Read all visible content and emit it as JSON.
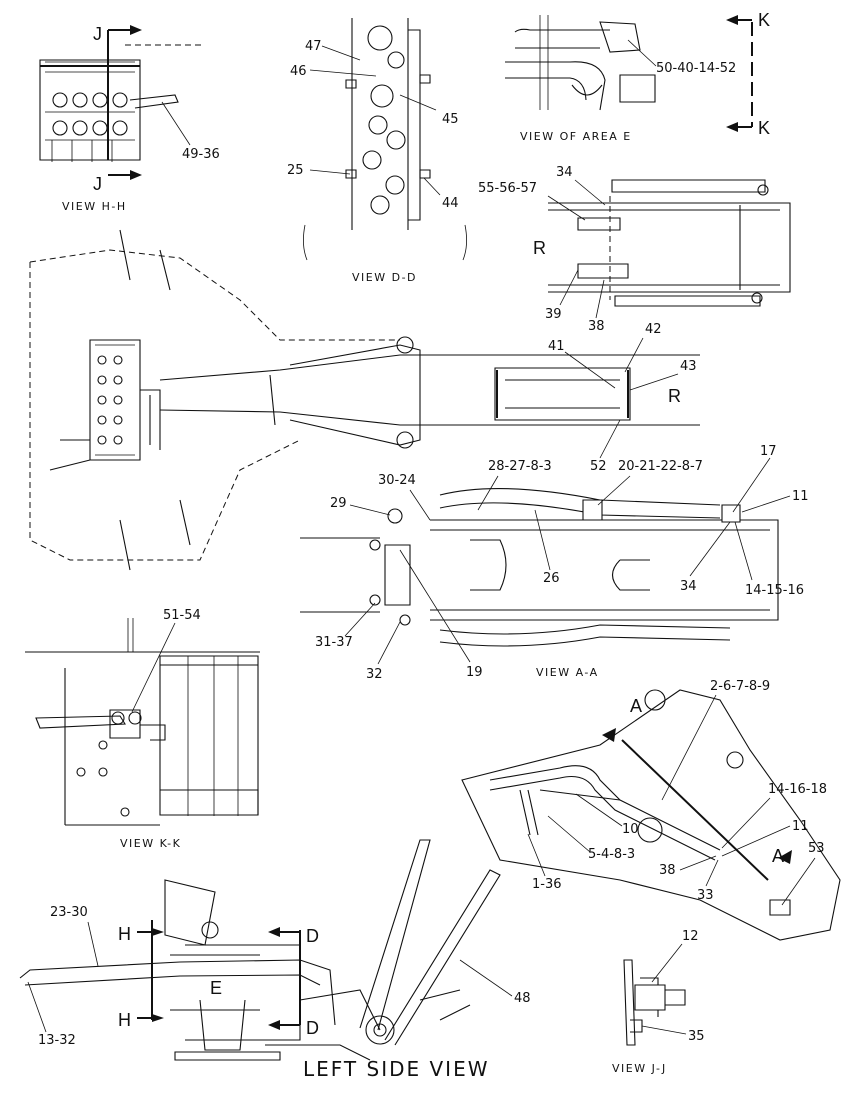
{
  "views": {
    "hh": "VIEW H-H",
    "dd": "VIEW D-D",
    "area_e": "VIEW OF AREA E",
    "aa": "VIEW A-A",
    "kk": "VIEW K-K",
    "jj": "VIEW J-J",
    "left_side": "LEFT SIDE VIEW"
  },
  "section_letters": {
    "j": "J",
    "k": "K",
    "r": "R",
    "a": "A",
    "h": "H",
    "d": "D",
    "e": "E"
  },
  "callouts": {
    "c_49_36": "49-36",
    "c_47": "47",
    "c_46": "46",
    "c_45": "45",
    "c_25": "25",
    "c_44": "44",
    "c_50_40_14_52": "50-40-14-52",
    "c_55_56_57": "55-56-57",
    "c_34_top": "34",
    "c_39": "39",
    "c_38_top": "38",
    "c_41": "41",
    "c_42": "42",
    "c_43": "43",
    "c_52": "52",
    "c_28_27_8_3": "28-27-8-3",
    "c_20_21_22_8_7": "20-21-22-8-7",
    "c_17": "17",
    "c_11_top": "11",
    "c_30_24": "30-24",
    "c_29": "29",
    "c_26": "26",
    "c_34_mid": "34",
    "c_14_15_16": "14-15-16",
    "c_31_37": "31-37",
    "c_32": "32",
    "c_19": "19",
    "c_51_54": "51-54",
    "c_2_6_7_8_9": "2-6-7-8-9",
    "c_14_16_18": "14-16-18",
    "c_11_mid": "11",
    "c_10": "10",
    "c_5_4_8_3": "5-4-8-3",
    "c_38_mid": "38",
    "c_53": "53",
    "c_1_36": "1-36",
    "c_33": "33",
    "c_23_30": "23-30",
    "c_12": "12",
    "c_35": "35",
    "c_48": "48",
    "c_13_32": "13-32"
  }
}
